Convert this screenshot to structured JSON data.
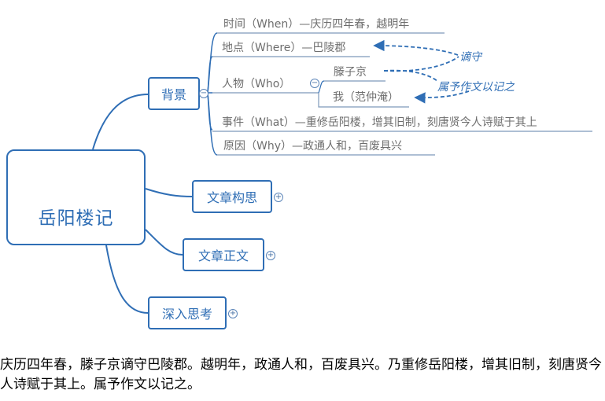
{
  "root": {
    "title": "岳阳楼记",
    "image_icon": "yueyang-tower-illustration"
  },
  "branches": {
    "background": "背景",
    "structure": "文章构思",
    "text": "文章正文",
    "thinking": "深入思考"
  },
  "background_items": {
    "time": "时间（When）—庆历四年春，越明年",
    "place": "地点（Where）—巴陵郡",
    "people": "人物（Who）",
    "person1": "滕子京",
    "person2": "我（范仲淹）",
    "event": "事件（What）—重修岳阳楼，增其旧制，刻唐贤今人诗赋于其上",
    "reason": "原因（Why）—政通人和，百废具兴"
  },
  "annotations": {
    "relegated": "谪守",
    "commission": "属予作文以记之"
  },
  "controls": {
    "collapse": "−",
    "expand": "+"
  },
  "paragraph": "庆历四年春，滕子京谪守巴陵郡。越明年，政通人和，百废具兴。乃重修岳阳楼，增其旧制，刻唐贤今人诗赋于其上。属予作文以记之。",
  "colors": {
    "line": "#2f6eb5",
    "underline": "#7e99ba",
    "leaf_text": "#6e6e6e"
  }
}
